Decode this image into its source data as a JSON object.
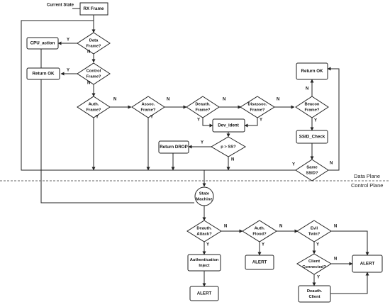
{
  "header": {
    "current_state": "Current State"
  },
  "planes": {
    "data": "Data Plane",
    "control": "Control Plane"
  },
  "nodes": {
    "rx_frame": "RX Frame",
    "cpu_action": "CPU_action",
    "data_frame": [
      "Data",
      "Frame?"
    ],
    "return_ok_left": "Return OK",
    "control_frame": [
      "Control",
      "Frame?"
    ],
    "auth_frame": [
      "Auth.",
      "Frame?"
    ],
    "assoc_frame": [
      "Assoc.",
      "Frame?"
    ],
    "deauth_frame": [
      "Deauth.",
      "Frame?"
    ],
    "disassoc_frame": [
      "Disassoc.",
      "Frame?"
    ],
    "beacon_frame": [
      "Beacon",
      "Frame?"
    ],
    "return_ok_right": "Return OK",
    "dev_ident": "Dev_ident",
    "return_drop": "Return DROP",
    "p_gt_ss": "p > SS?",
    "ssid_check": "SSID_Check",
    "same_ssid": [
      "Same",
      "SSID?"
    ],
    "state_machine": [
      "State",
      "Machine"
    ],
    "deauth_attack": [
      "Deauth.",
      "Attack?"
    ],
    "auth_flood": [
      "Auth.",
      "Flood?"
    ],
    "evil_twin": [
      "Evil",
      "Twin?"
    ],
    "auth_inject": [
      "Authentication",
      "Inject"
    ],
    "alert_1": "ALERT",
    "alert_2": "ALERT",
    "alert_3": "ALERT",
    "client_connected": [
      "Client",
      "Connected?"
    ],
    "deauth_client": [
      "Deauth.",
      "Client"
    ]
  },
  "edge_labels": {
    "yes": "Y",
    "no": "N"
  }
}
